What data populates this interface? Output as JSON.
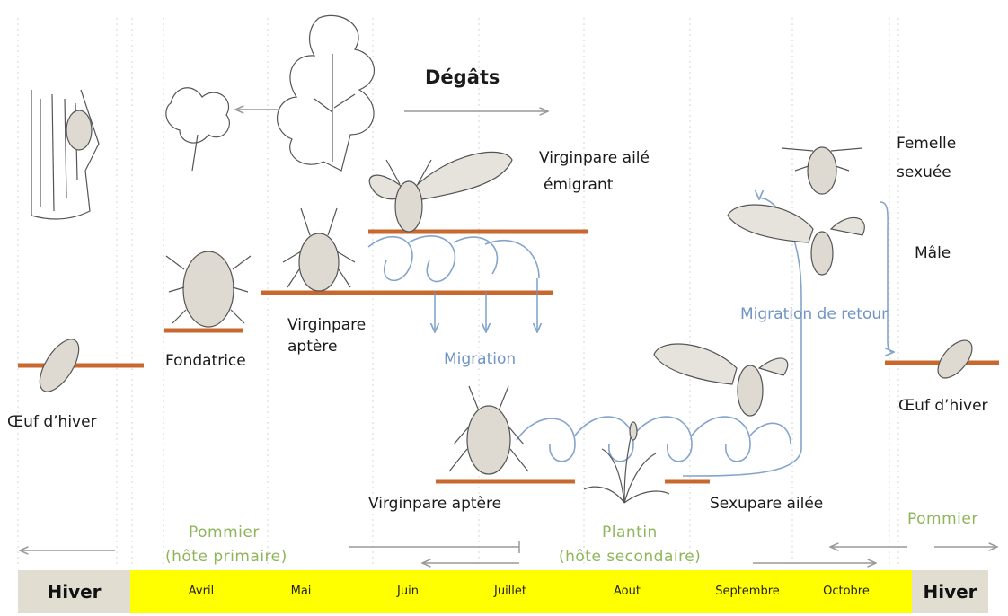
{
  "labels": {
    "degats": "Dégâts",
    "virginpare_aile_line1": "Virginpare ailé",
    "virginpare_aile_line2": "émigrant",
    "femelle_line1": "Femelle",
    "femelle_line2": "sexuée",
    "male": "Mâle",
    "migration_retour": "Migration de retour",
    "virginpare_aptere_line1": "Virginpare",
    "virginpare_aptere_line2": "aptère",
    "fondatrice": "Fondatrice",
    "migration": "Migration",
    "oeuf_hiver_left": "Œuf d’hiver",
    "oeuf_hiver_right": "Œuf d’hiver",
    "virginpare_aptere_bottom": "Virginpare aptère",
    "sexupare_ailee": "Sexupare ailée"
  },
  "hosts": {
    "pommier_primary_line1": "Pommier",
    "pommier_primary_line2": "(hôte primaire)",
    "plantin_line1": "Plantin",
    "plantin_line2": "(hôte secondaire)",
    "pommier_right": "Pommier"
  },
  "timeline": {
    "winter_left": "Hiver",
    "winter_right": "Hiver",
    "months": [
      "Avril",
      "Mai",
      "Juin",
      "Juillet",
      "Aout",
      "Septembre",
      "Octobre"
    ]
  },
  "colors": {
    "host_bar": "#c8682e",
    "migration_blue": "#6f95c4",
    "host_green": "#8fb55a",
    "summer_band": "#ffff00",
    "winter_band": "#e2ddd1"
  }
}
